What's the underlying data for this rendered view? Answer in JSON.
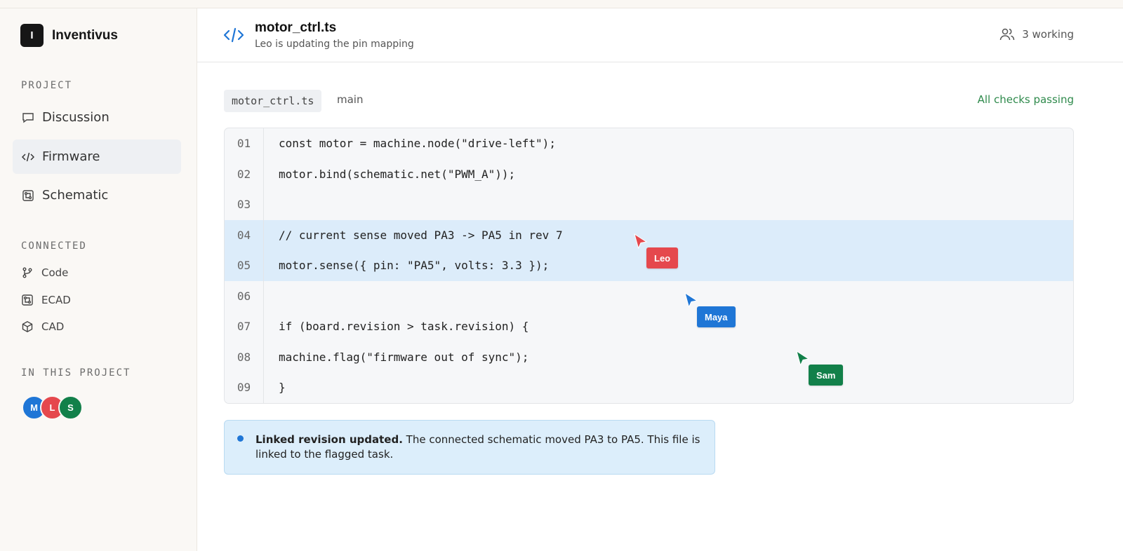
{
  "brand": {
    "logo_letter": "I",
    "name": "Inventivus"
  },
  "sidebar": {
    "project_label": "PROJECT",
    "nav": [
      {
        "label": "Discussion",
        "icon": "chat-icon",
        "active": false
      },
      {
        "label": "Firmware",
        "icon": "code-icon",
        "active": true
      },
      {
        "label": "Schematic",
        "icon": "schematic-icon",
        "active": false
      }
    ],
    "connected_label": "CONNECTED",
    "connected": [
      {
        "label": "Code",
        "icon": "branch-icon"
      },
      {
        "label": "ECAD",
        "icon": "chip-icon"
      },
      {
        "label": "CAD",
        "icon": "cube-icon"
      }
    ],
    "members_label": "IN THIS PROJECT",
    "members": [
      {
        "initial": "M",
        "color": "#1f76d6"
      },
      {
        "initial": "L",
        "color": "#e5484d"
      },
      {
        "initial": "S",
        "color": "#12804a"
      }
    ]
  },
  "header": {
    "title": "motor_ctrl.ts",
    "subtitle": "Leo is updating the pin mapping",
    "working": "3 working"
  },
  "filebar": {
    "filename": "motor_ctrl.ts",
    "branch": "main",
    "status": "All checks passing"
  },
  "code": {
    "lines": [
      {
        "no": "01",
        "text": "const motor = machine.node(\"drive-left\");",
        "highlight": false
      },
      {
        "no": "02",
        "text": "motor.bind(schematic.net(\"PWM_A\"));",
        "highlight": false
      },
      {
        "no": "03",
        "text": "",
        "highlight": false
      },
      {
        "no": "04",
        "text": "// current sense moved PA3 -> PA5 in rev 7",
        "highlight": true
      },
      {
        "no": "05",
        "text": "motor.sense({ pin: \"PA5\", volts: 3.3 });",
        "highlight": true
      },
      {
        "no": "06",
        "text": "",
        "highlight": false
      },
      {
        "no": "07",
        "text": "if (board.revision > task.revision) {",
        "highlight": false
      },
      {
        "no": "08",
        "text": "machine.flag(\"firmware out of sync\");",
        "highlight": false
      },
      {
        "no": "09",
        "text": "}",
        "highlight": false
      }
    ]
  },
  "cursors": [
    {
      "name": "Leo",
      "color": "#e5484d"
    },
    {
      "name": "Maya",
      "color": "#1f76d6"
    },
    {
      "name": "Sam",
      "color": "#12804a"
    }
  ],
  "notice": {
    "title": "Linked revision updated.",
    "body": " The connected schematic moved PA3 to PA5. This file is linked to the flagged task."
  }
}
